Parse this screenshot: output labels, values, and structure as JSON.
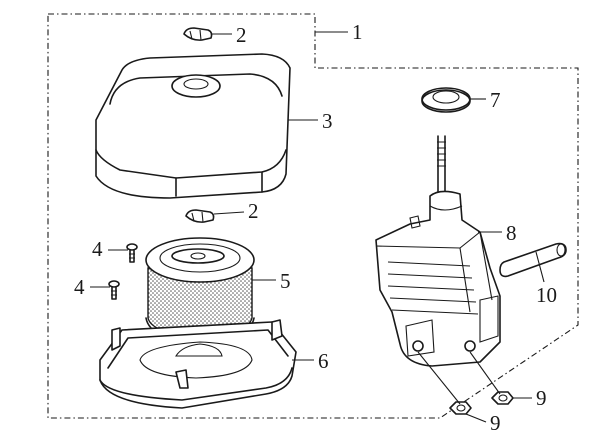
{
  "diagram": {
    "callouts": {
      "c1": "1",
      "c2a": "2",
      "c2b": "2",
      "c3": "3",
      "c4a": "4",
      "c4b": "4",
      "c5": "5",
      "c6": "6",
      "c7": "7",
      "c8": "8",
      "c9a": "9",
      "c9b": "9",
      "c10": "10"
    }
  }
}
